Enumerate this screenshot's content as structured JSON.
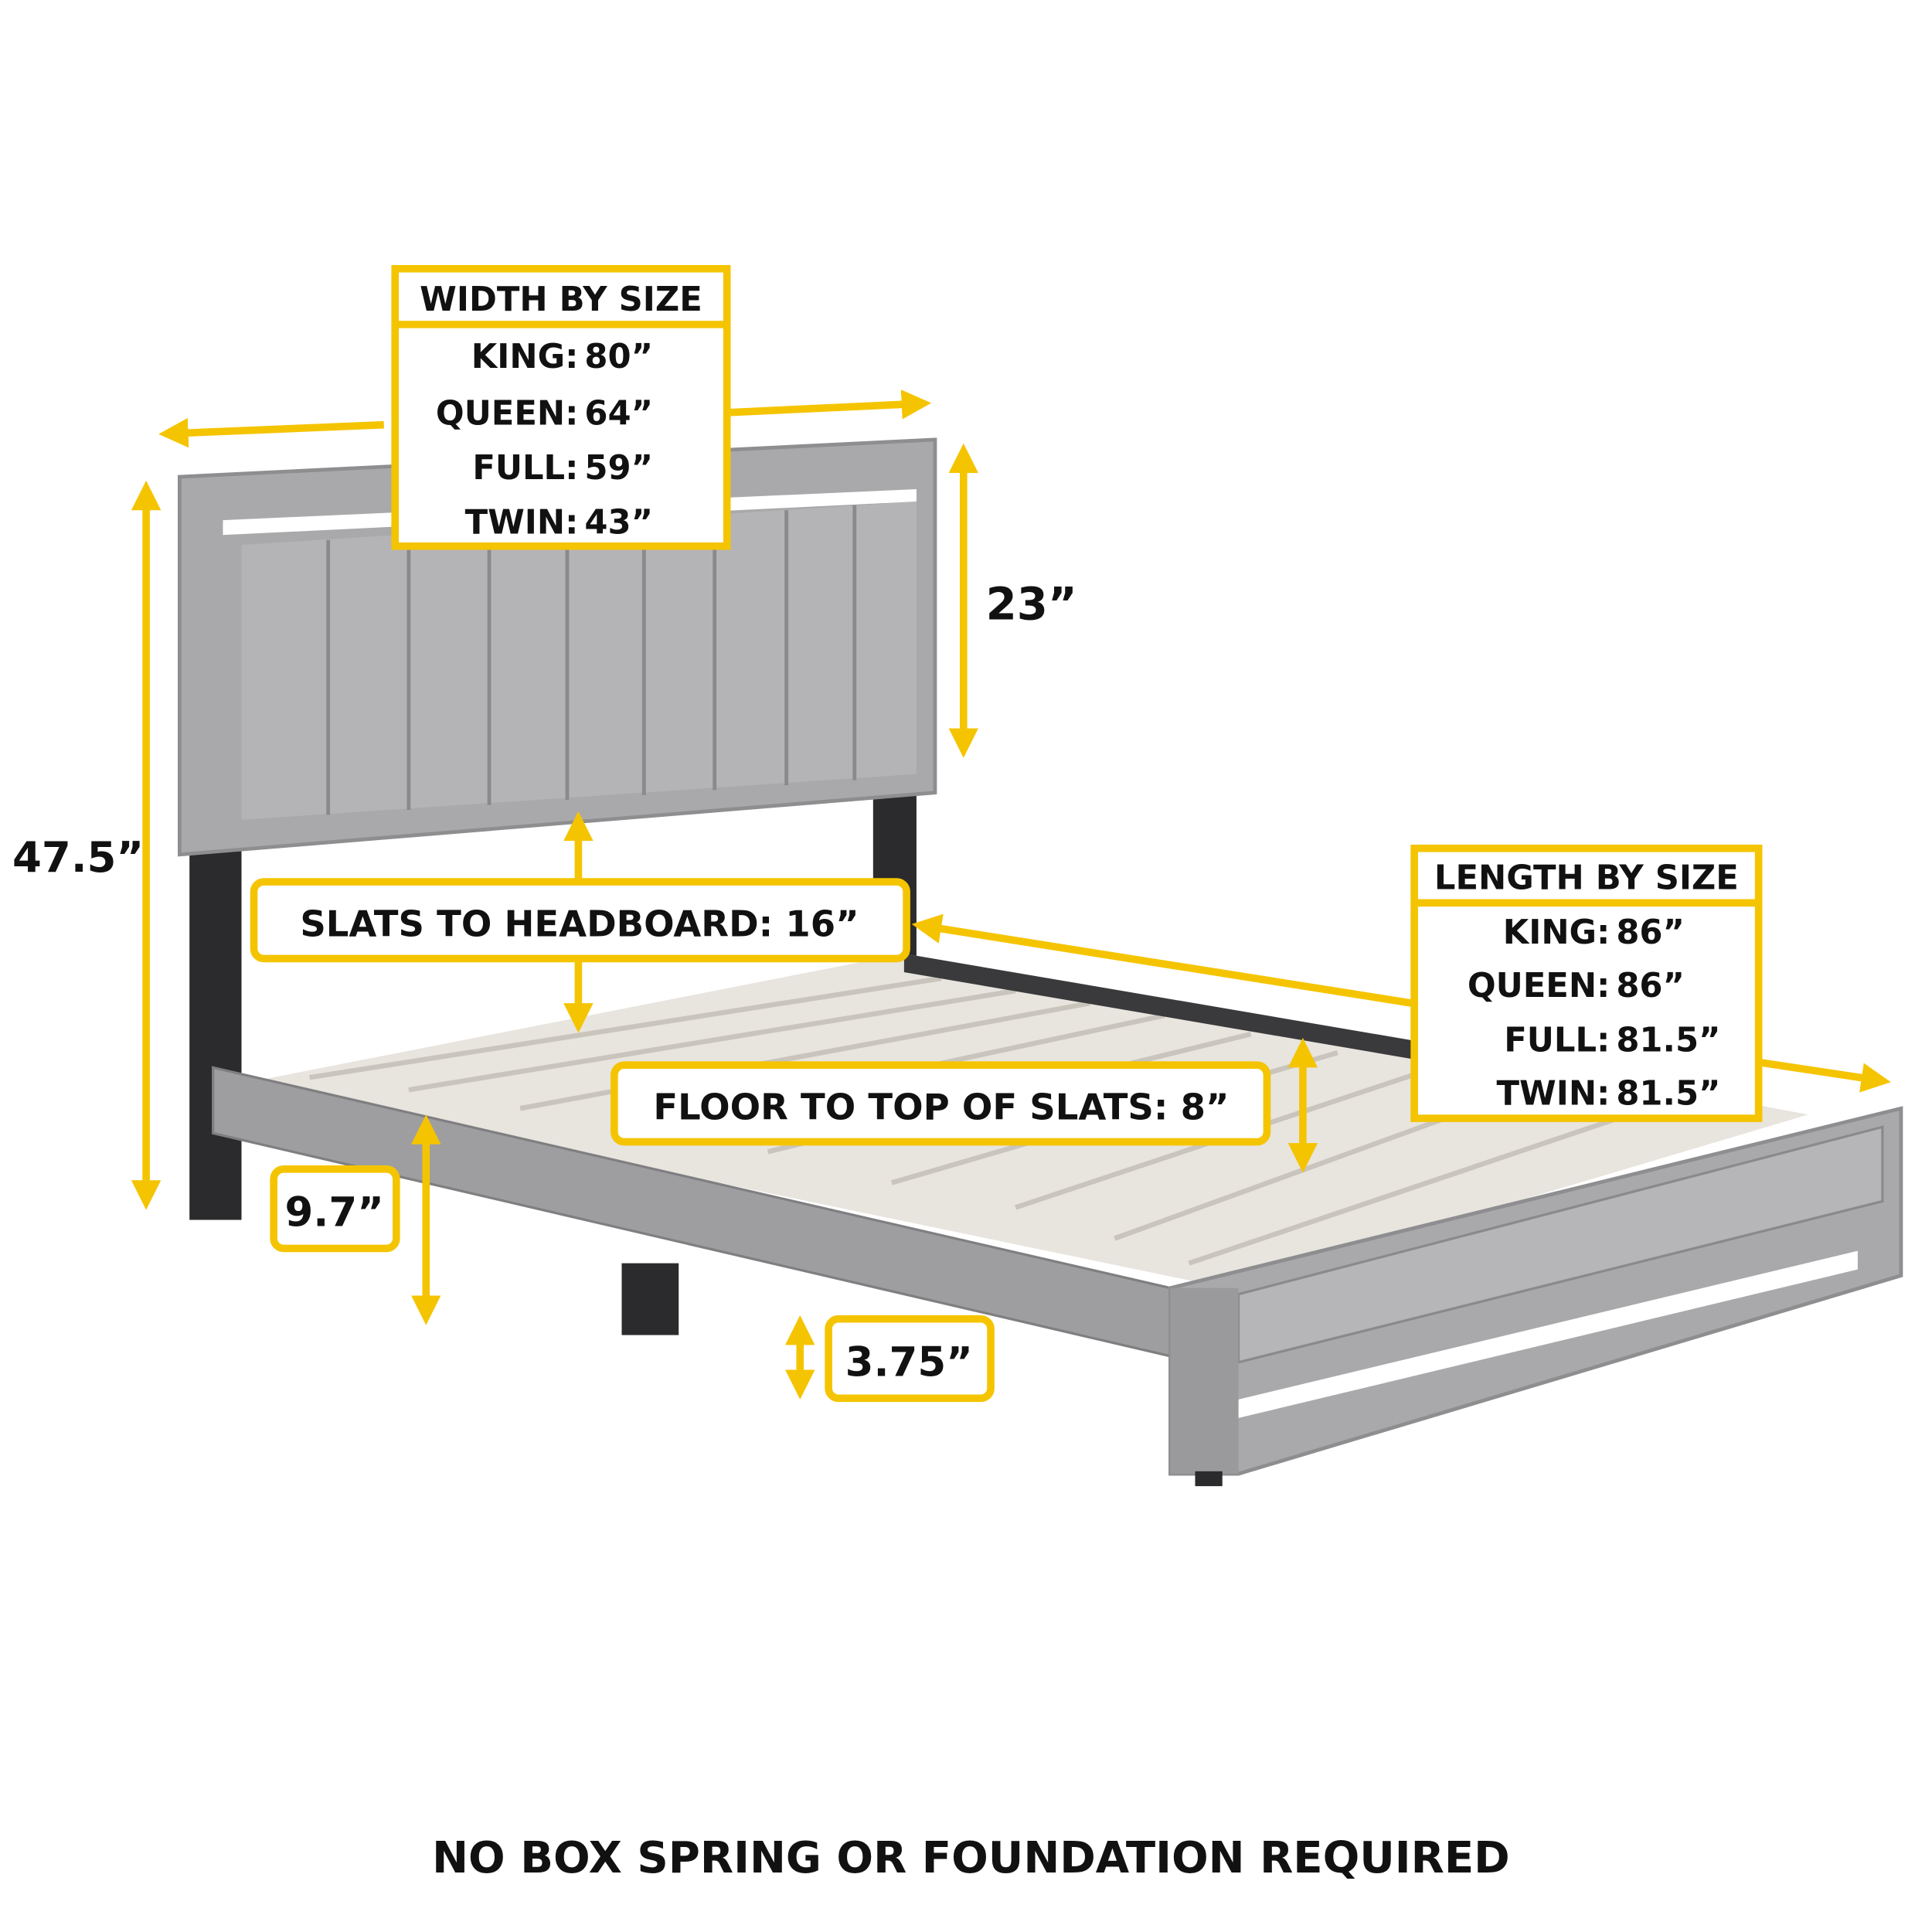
{
  "colors": {
    "accent": "#F5C400",
    "fabric": "#A9A9AB",
    "fabric_dark": "#8E8E90",
    "legs": "#2B2B2D",
    "slats": "#E8E4DE"
  },
  "width_box": {
    "title": "WIDTH BY SIZE",
    "rows": [
      {
        "size": "KING:",
        "value": "80”"
      },
      {
        "size": "QUEEN:",
        "value": "64”"
      },
      {
        "size": "FULL:",
        "value": "59”"
      },
      {
        "size": "TWIN:",
        "value": "43”"
      }
    ]
  },
  "length_box": {
    "title": "LENGTH BY SIZE",
    "rows": [
      {
        "size": "KING:",
        "value": "86”"
      },
      {
        "size": "QUEEN:",
        "value": "86”"
      },
      {
        "size": "FULL:",
        "value": "81.5”"
      },
      {
        "size": "TWIN:",
        "value": "81.5”"
      }
    ]
  },
  "dimensions": {
    "total_height": "47.5”",
    "headboard_height": "23”",
    "slats_to_headboard": "SLATS TO HEADBOARD: 16”",
    "floor_to_slats": "FLOOR TO TOP OF SLATS: 8”",
    "side_rail_height": "9.7”",
    "leg_clearance": "3.75”"
  },
  "footer": "NO BOX SPRING OR FOUNDATION REQUIRED"
}
